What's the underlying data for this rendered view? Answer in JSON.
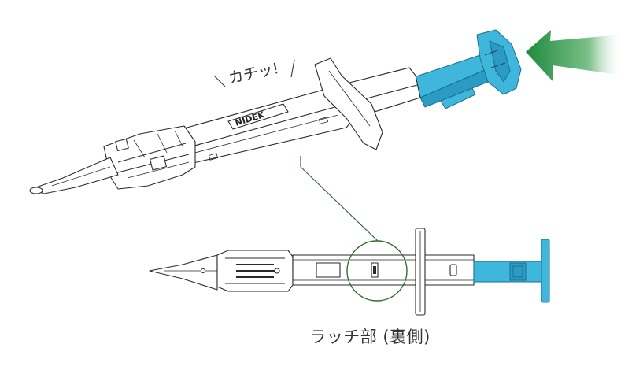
{
  "sound_effect": "カチッ!",
  "brand": "NIDEK",
  "caption": "ラッチ部 (裏側)",
  "colors": {
    "plunger": "#3fb6dc",
    "arrow": "#1f8a3c",
    "leader": "#2e6b32"
  },
  "icons": {
    "push_arrow": "arrow-left-icon"
  }
}
